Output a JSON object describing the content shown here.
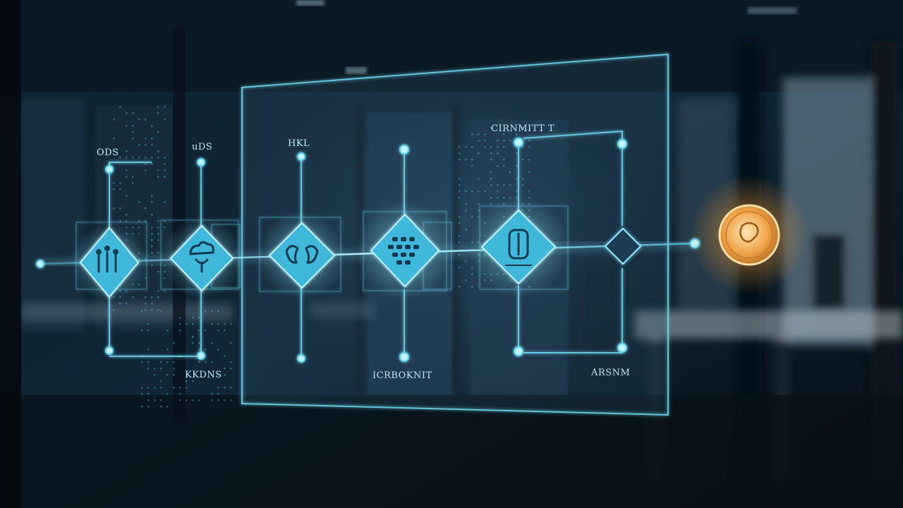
{
  "scene": {
    "type": "holographic-workflow-overlay",
    "background": "dark-office-interior",
    "colors": {
      "background": "#0b1822",
      "hologram_cyan": "#5fd4f0",
      "hologram_glow": "#8ce9ff",
      "node_fill": "#3fb8dc",
      "coin_gold": "#f3a94a",
      "coin_core": "#ffe0a8"
    }
  },
  "labels": {
    "top_1": "ODS",
    "top_2": "uDS",
    "top_3": "HKL",
    "top_4": "CIRNMITT T",
    "bottom_1": "KKDNS",
    "bottom_2": "ICRBOKNIT",
    "bottom_3": "ARSNM"
  },
  "nodes": [
    {
      "icon": "people-icon"
    },
    {
      "icon": "cloud-person-icon"
    },
    {
      "icon": "handshake-icon"
    },
    {
      "icon": "chip-grid-icon"
    },
    {
      "icon": "door-icon"
    },
    {
      "icon": "empty-diamond-icon"
    }
  ],
  "end_marker": {
    "icon": "coin-icon"
  }
}
